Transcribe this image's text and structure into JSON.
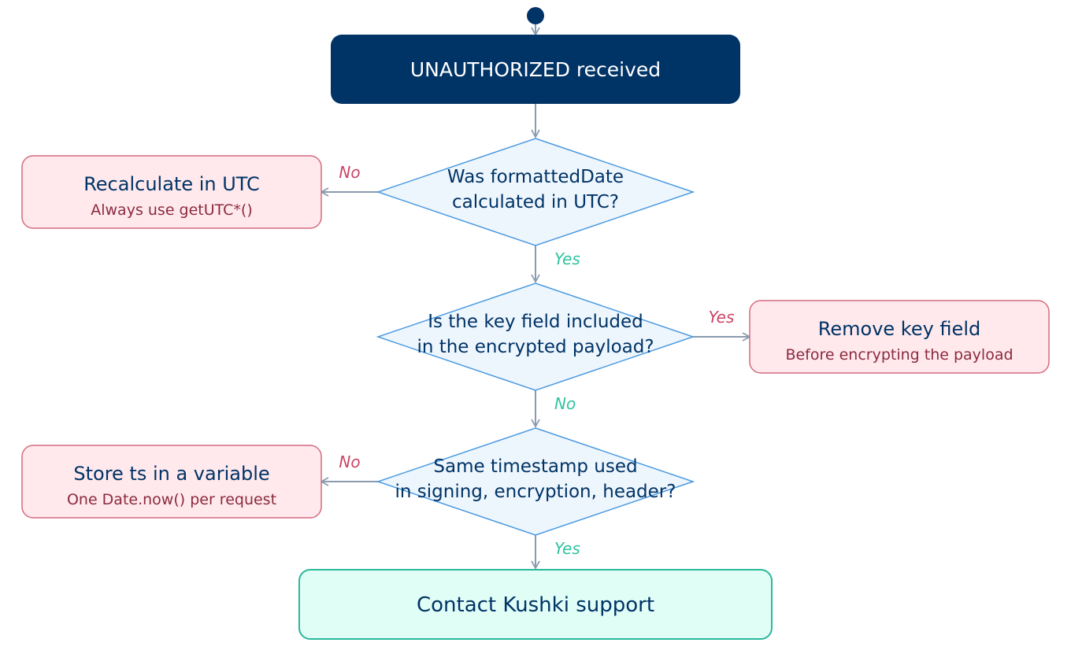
{
  "colors": {
    "navy": "#003366",
    "connector": "#8a9bb0",
    "decision_fill": "#eef6fd",
    "decision_stroke": "#4a9ae0",
    "error_fill": "#ffe9ec",
    "error_stroke": "#d46a80",
    "error_text": "#8b2a3c",
    "success_fill": "#e0fdf6",
    "success_stroke": "#2ab89a",
    "yes_label": "#2ec4a0",
    "no_label": "#cc4466"
  },
  "start": {
    "title": "UNAUTHORIZED received"
  },
  "decisions": [
    {
      "line1": "Was formattedDate",
      "line2": "calculated in UTC?",
      "branch_label": "No",
      "continue_label": "Yes"
    },
    {
      "line1": "Is the key field included",
      "line2": "in the encrypted payload?",
      "branch_label": "Yes",
      "continue_label": "No"
    },
    {
      "line1": "Same timestamp used",
      "line2": "in signing, encryption, header?",
      "branch_label": "No",
      "continue_label": "Yes"
    }
  ],
  "fixes": [
    {
      "title": "Recalculate in UTC",
      "subtitle": "Always use getUTC*()"
    },
    {
      "title": "Remove key field",
      "subtitle": "Before encrypting the payload"
    },
    {
      "title": "Store ts in a variable",
      "subtitle": "One Date.now() per request"
    }
  ],
  "end": {
    "title": "Contact Kushki support"
  }
}
